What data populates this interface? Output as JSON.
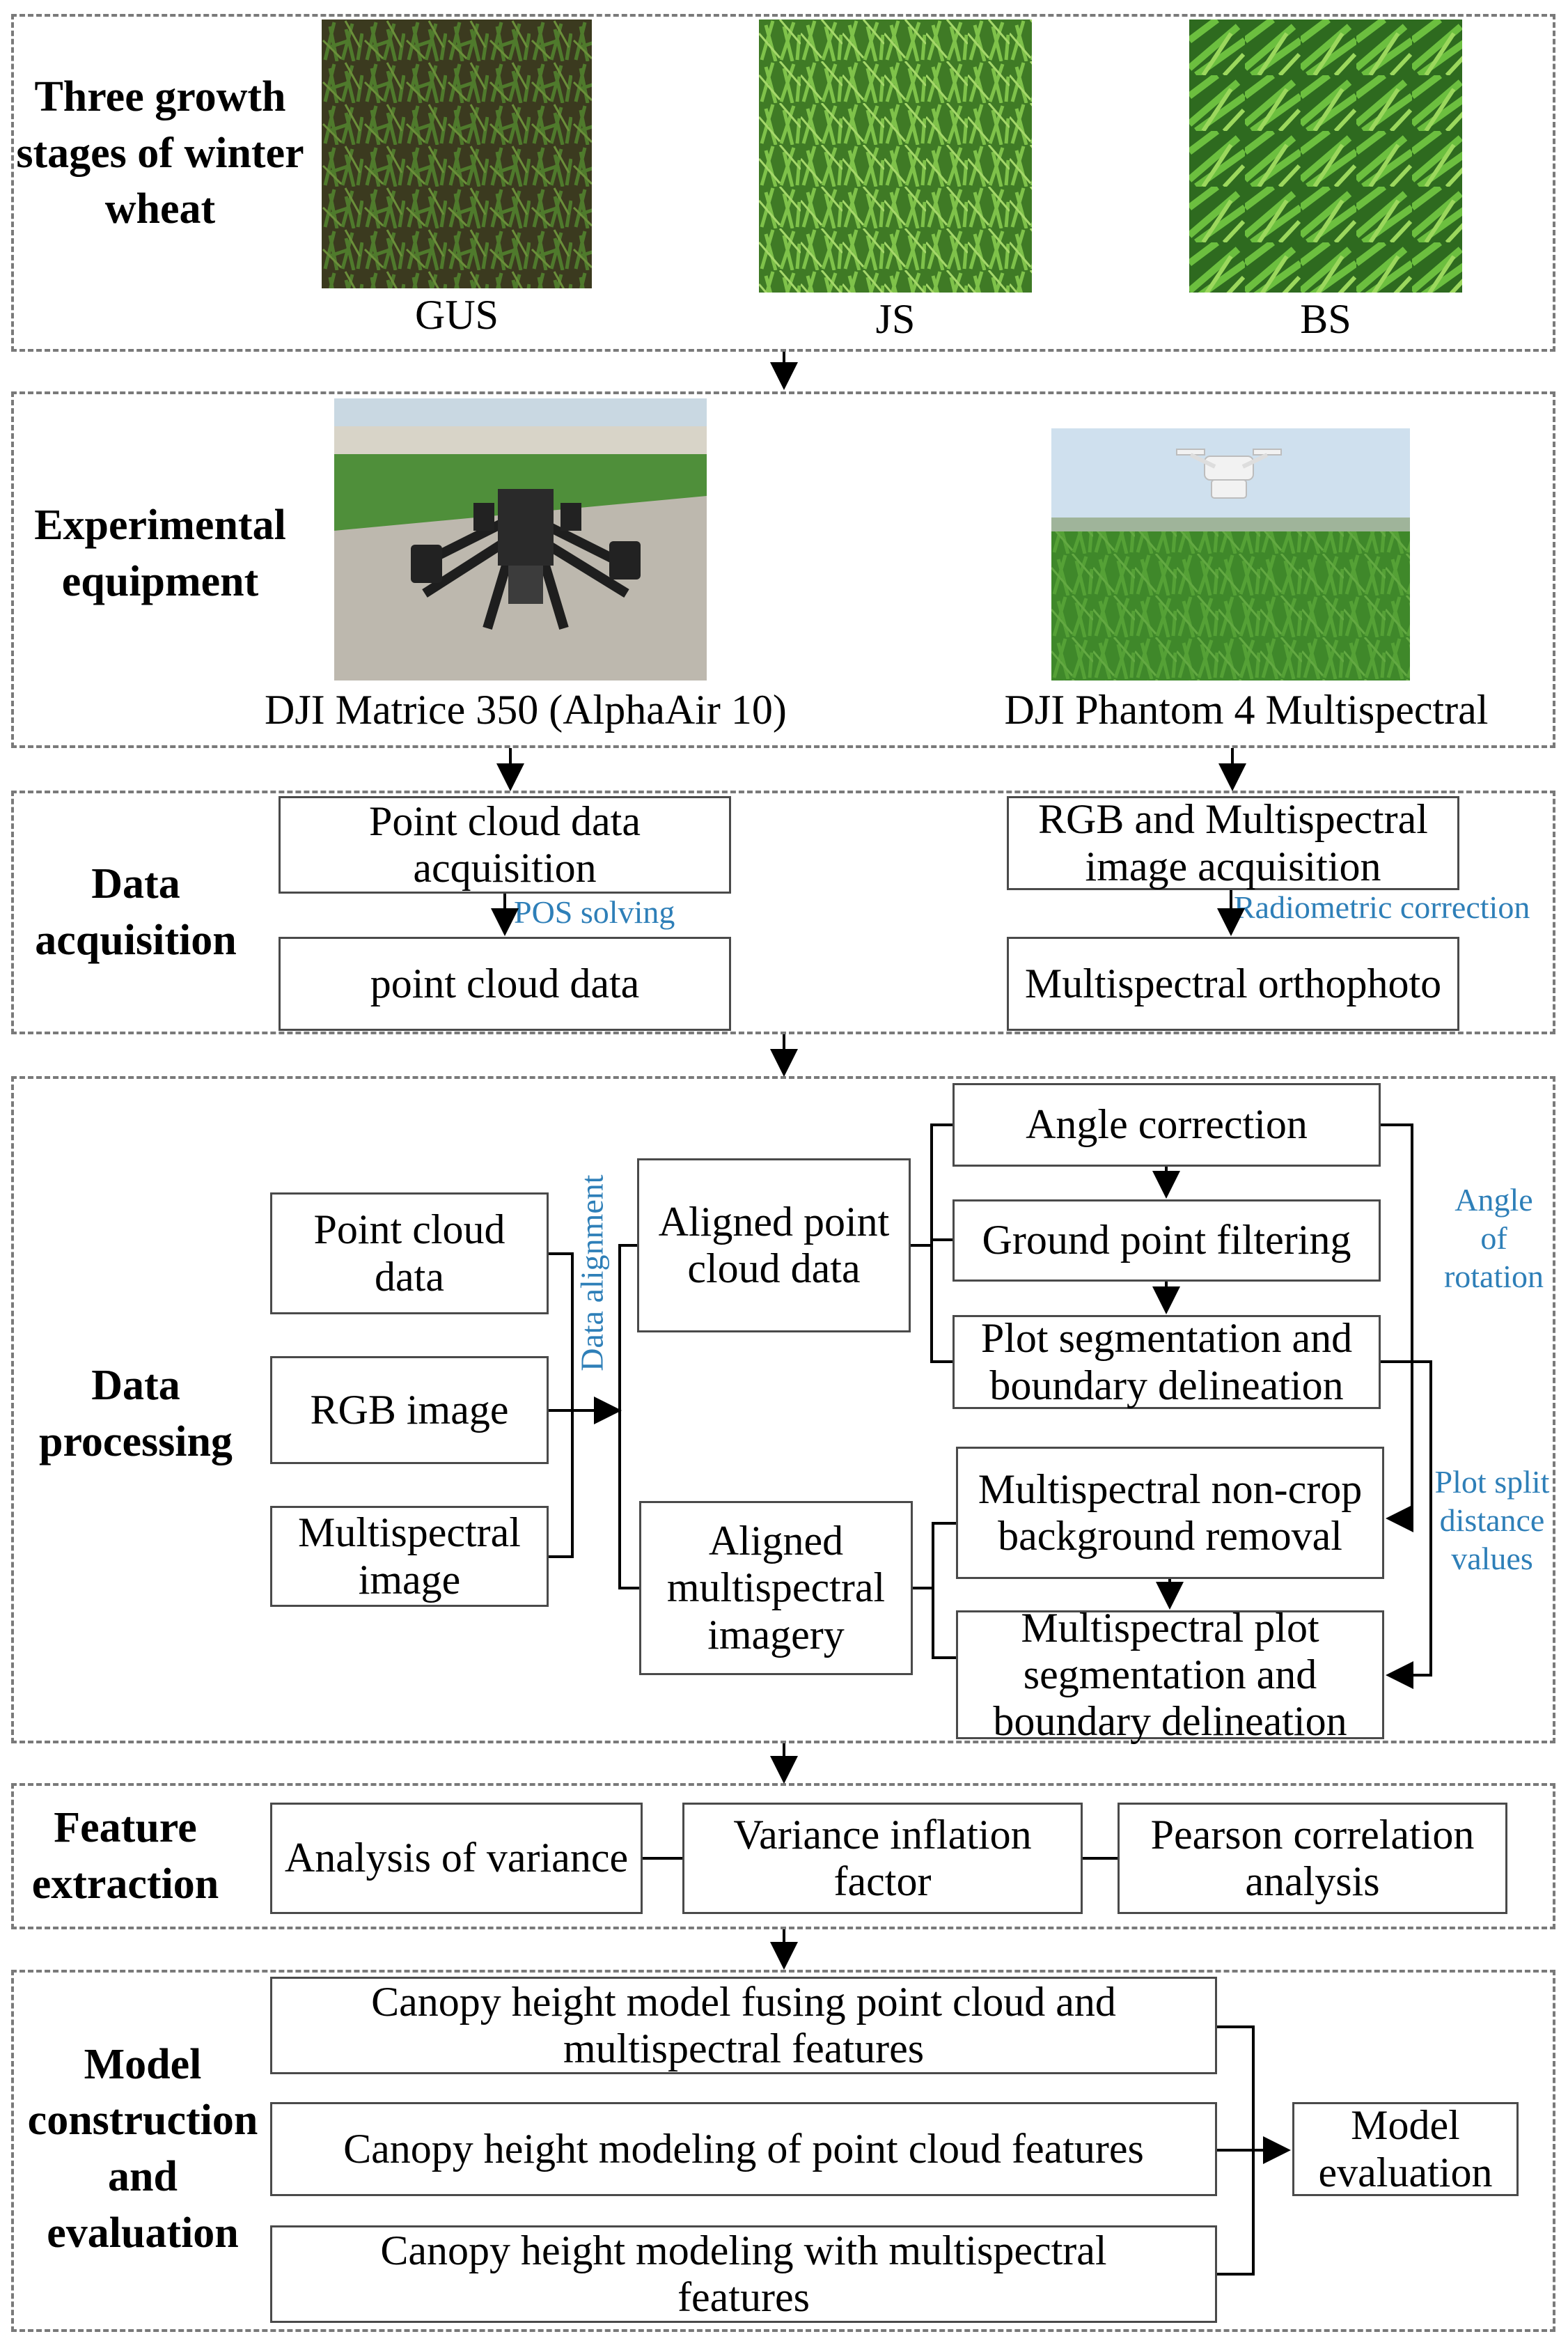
{
  "stages": {
    "label": "Three growth stages of winter wheat",
    "items": [
      {
        "label": "GUS"
      },
      {
        "label": "JS"
      },
      {
        "label": "BS"
      }
    ]
  },
  "equipment": {
    "label": "Experimental equipment",
    "items": [
      {
        "label": "DJI Matrice 350 (AlphaAir 10)"
      },
      {
        "label": "DJI Phantom 4 Multispectral"
      }
    ]
  },
  "acquisition": {
    "label": "Data acquisition",
    "point_cloud_acq": "Point cloud data acquisition",
    "pos_solving": "POS solving",
    "point_cloud_data": "point cloud data",
    "rgb_ms_acq": "RGB and Multispectral image acquisition",
    "radiometric": "Radiometric correction",
    "ms_ortho": "Multispectral orthophoto"
  },
  "processing": {
    "label": "Data processing",
    "inputs": [
      "Point cloud data",
      "RGB image",
      "Multispectral image"
    ],
    "data_alignment": "Data alignment",
    "aligned_pc": "Aligned point cloud data",
    "aligned_ms": "Aligned multispectral imagery",
    "angle_correction": "Angle correction",
    "ground_filter": "Ground point filtering",
    "plot_seg": "Plot segmentation and boundary delineation",
    "ms_bg_removal": "Multispectral non-crop background removal",
    "ms_plot_seg": "Multispectral plot segmentation and boundary delineation",
    "angle_of_rotation": "Angle of rotation",
    "plot_split": "Plot split distance values"
  },
  "features": {
    "label": "Feature extraction",
    "items": [
      "Analysis of variance",
      "Variance inflation factor",
      "Pearson correlation analysis"
    ]
  },
  "model": {
    "label": "Model construction and evaluation",
    "items": [
      "Canopy height model fusing point cloud and multispectral features",
      "Canopy height modeling of point cloud features",
      "Canopy height modeling with multispectral features"
    ],
    "evaluation": "Model evaluation"
  },
  "colors": {
    "annotation_blue": "#2e7fb8",
    "section_border": "#7a7a7a",
    "wheat_green_dark": "#2f5a1e",
    "wheat_green_light": "#5ea53a"
  }
}
